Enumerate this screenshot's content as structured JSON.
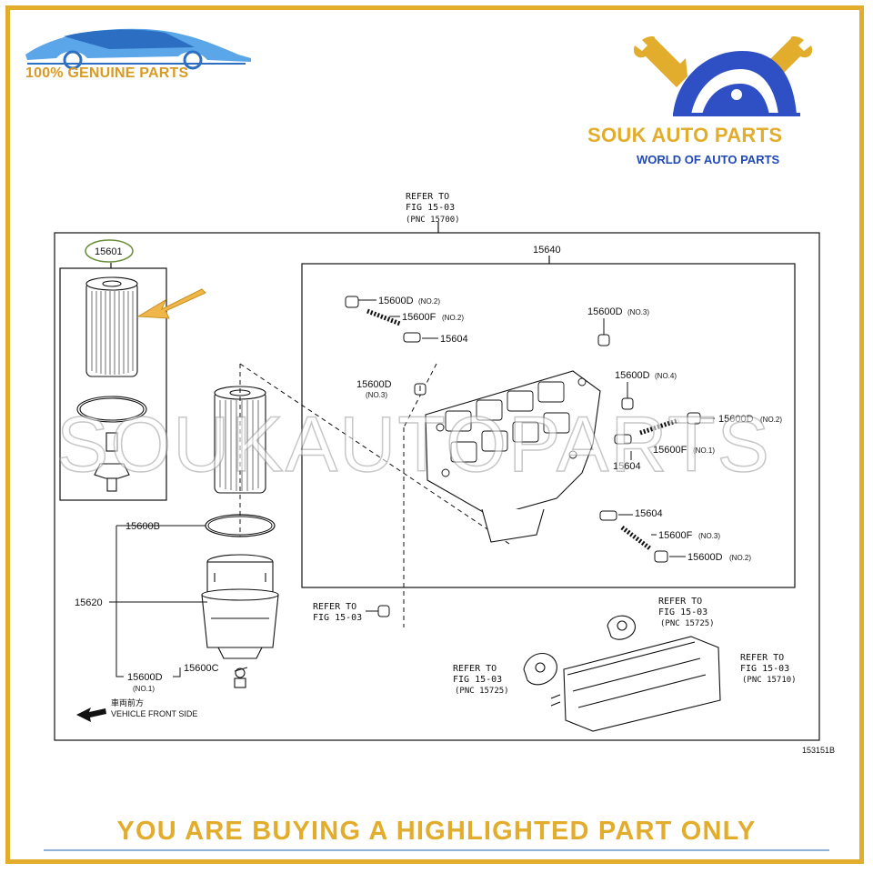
{
  "header": {
    "genuine_label": "100% GENUINE PARTS",
    "brand_name": "SOUK AUTO PARTS",
    "brand_tagline": "WORLD OF AUTO PARTS"
  },
  "diagram": {
    "top_refer": [
      "REFER TO",
      "FIG 15-03",
      "(PNC 15700)"
    ],
    "highlighted_part": "15601",
    "box_label": "15640",
    "labels": {
      "p15600D_1": "15600D",
      "p15600D_1_note": "(NO.2)",
      "p15600F_1": "15600F",
      "p15600F_1_note": "(NO.2)",
      "p15604_1": "15604",
      "p15600D_2": "15600D",
      "p15600D_2_note": "(NO.3)",
      "p15600D_3": "15600D",
      "p15600D_3_note": "(NO.3)",
      "p15600D_4": "15600D",
      "p15600D_4_note": "(NO.4)",
      "p15600D_5": "15600D",
      "p15600D_5_note": "(NO.2)",
      "p15600F_2": "15600F",
      "p15600F_2_note": "(NO.1)",
      "p15604_2": "15604",
      "p15604_3": "15604",
      "p15600F_3": "15600F",
      "p15600F_3_note": "(NO.3)",
      "p15600D_6": "15600D",
      "p15600D_6_note": "(NO.2)",
      "p15600B": "15600B",
      "p15620": "15620",
      "p15600C": "15600C",
      "p15600D_7": "15600D",
      "p15600D_7_note": "(NO.1)"
    },
    "refer_mid": [
      "REFER TO",
      "FIG 15-03"
    ],
    "refer_right_top": [
      "REFER TO",
      "FIG 15-03",
      "(PNC 15725)"
    ],
    "refer_left_bottom": [
      "REFER TO",
      "FIG 15-03",
      "(PNC 15725)"
    ],
    "refer_right": [
      "REFER TO",
      "FIG 15-03",
      "(PNC 15710)"
    ],
    "front_side_jp": "車両前方",
    "front_side_en": "VEHICLE FRONT SIDE",
    "figure_id": "153151B"
  },
  "watermark": "SOUKAUTOPARTS",
  "footer": {
    "banner": "YOU ARE BUYING A HIGHLIGHTED PART ONLY"
  },
  "colors": {
    "gold": "#e2ad2c",
    "blue": "#1f48b8",
    "arrow": "#f0b64a"
  }
}
